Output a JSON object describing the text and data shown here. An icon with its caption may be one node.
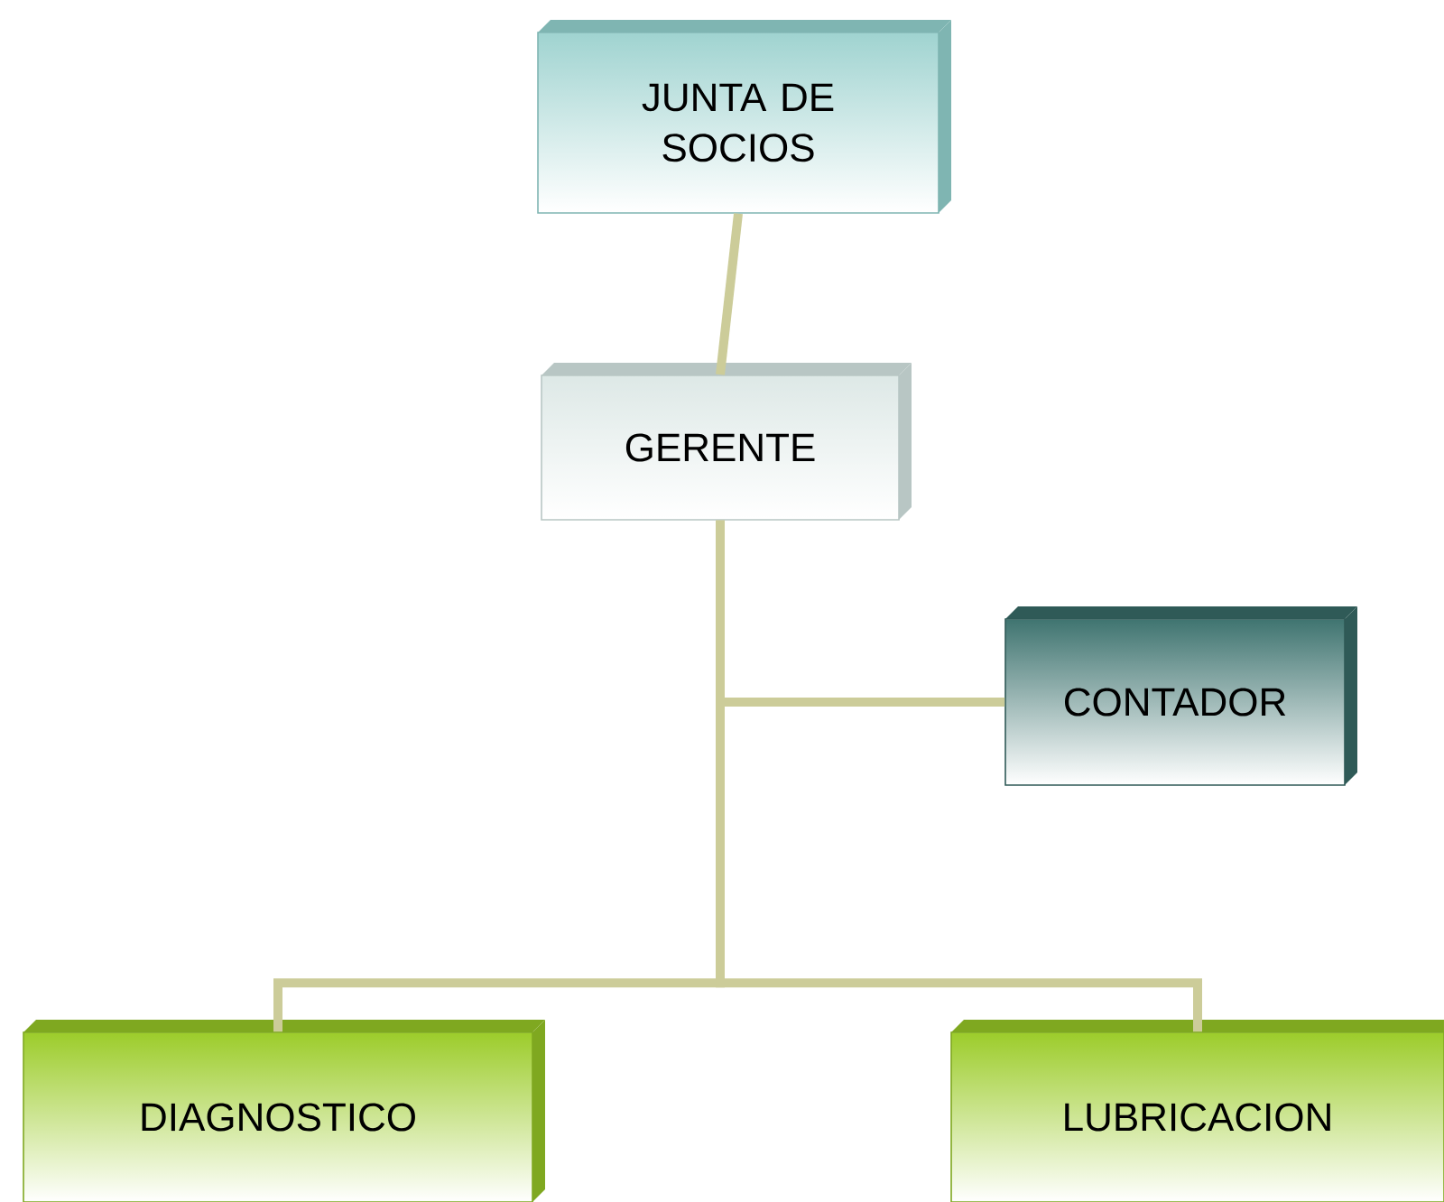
{
  "diagram": {
    "nodes": [
      {
        "text": [
          "JUNTA DE SOCIOS"
        ]
      },
      {
        "text": [
          "GERENTE"
        ]
      },
      {
        "text": [
          "CONTADOR"
        ]
      },
      {
        "text": [
          "DIAGNOSTICO"
        ]
      },
      {
        "text": [
          "LUBRICACION"
        ]
      }
    ],
    "edges": [
      {
        "from": 0,
        "to": 1,
        "arrow": "none"
      },
      {
        "from": 1,
        "to": 2,
        "arrow": "none"
      },
      {
        "from": 1,
        "to": 3,
        "arrow": "none"
      },
      {
        "from": 1,
        "to": 4,
        "arrow": "none"
      }
    ]
  }
}
